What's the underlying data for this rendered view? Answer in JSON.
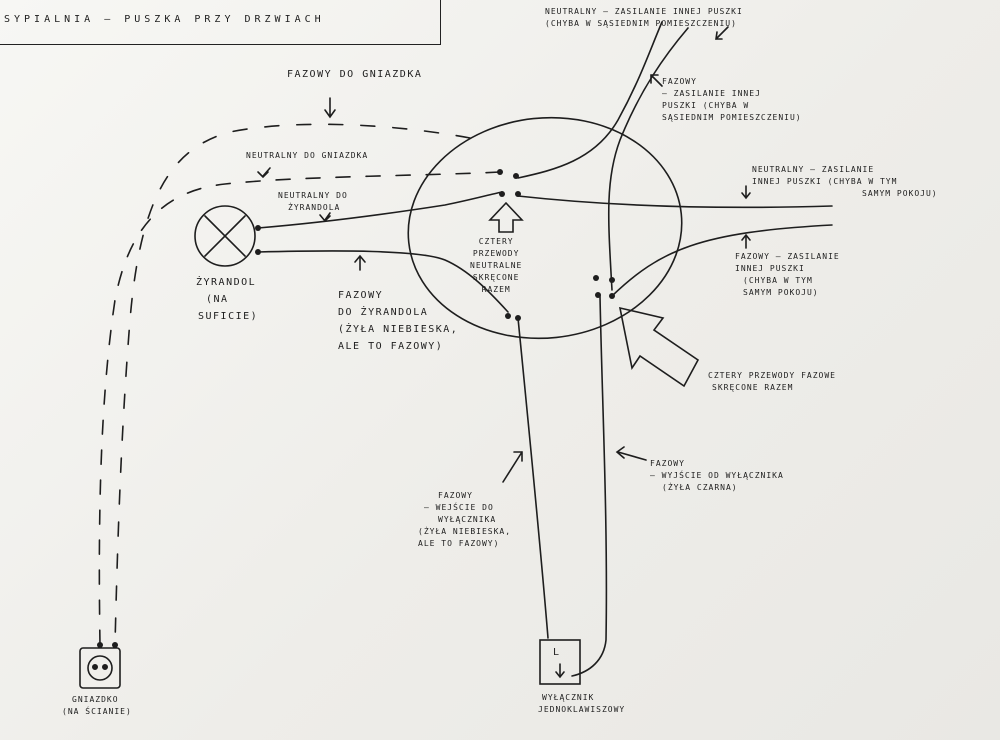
{
  "title": "SYPIALNIA – PUSZKA PRZY DRZWIACH",
  "labels": {
    "fazowy_gniazdo": "FAZOWY DO GNIAZDKA",
    "neutralny_gniazdo": "NEUTRALNY DO GNIAZDKA",
    "neutralny_zyrandol": [
      "NEUTRALNY DO",
      "ŻYRANDOLA"
    ],
    "zyrandol": [
      "ŻYRANDOL",
      "(NA",
      "SUFICIE)"
    ],
    "fazowy_zyrandol": [
      "FAZOWY",
      "DO ŻYRANDOLA",
      "(ŻYŁA NIEBIESKA,",
      "ALE TO FAZOWY)"
    ],
    "cztery_neutralne": [
      "CZTERY",
      "PRZEWODY",
      "NEUTRALNE",
      "SKRĘCONE",
      "RAZEM"
    ],
    "neutralny_top": [
      "NEUTRALNY – ZASILANIE INNEJ PUSZKI",
      "(CHYBA W SĄSIEDNIM POMIESZCZENIU)"
    ],
    "fazowy_top": [
      "FAZOWY",
      "– ZASILANIE INNEJ",
      "PUSZKI (CHYBA W",
      "SĄSIEDNIM POMIESZCZENIU)"
    ],
    "neutralny_right": [
      "NEUTRALNY – ZASILANIE",
      "INNEJ PUSZKI (CHYBA W TYM",
      "SAMYM POKOJU)"
    ],
    "fazowy_right": [
      "FAZOWY – ZASILANIE",
      "INNEJ PUSZKI",
      "(CHYBA W TYM",
      "SAMYM POKOJU)"
    ],
    "cztery_fazowe": [
      "CZTERY PRZEWODY FAZOWE",
      "SKRĘCONE RAZEM"
    ],
    "fazowy_wyjscie": [
      "FAZOWY",
      "– WYJŚCIE OD WYŁĄCZNIKA",
      "(ŻYŁA CZARNA)"
    ],
    "fazowy_wejscie": [
      "FAZOWY",
      "– WEJŚCIE DO",
      "WYŁĄCZNIKA",
      "(ŻYŁA NIEBIESKA,",
      "ALE TO FAZOWY)"
    ],
    "wylacznik": [
      "WYŁĄCZNIK",
      "JEDNOKLAWISZOWY"
    ],
    "gniazdko": [
      "GNIAZDKO",
      "(NA ŚCIANIE)"
    ],
    "switch_mark": "L"
  },
  "colors": {
    "ink": "#1e1e1e",
    "paper": "#f2f1ee"
  }
}
